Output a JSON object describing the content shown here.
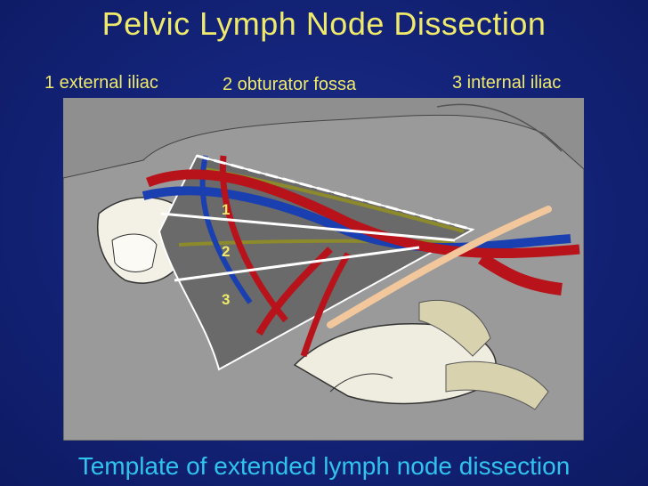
{
  "title": "Pelvic Lymph Node Dissection",
  "labels": {
    "l1": "1  external iliac",
    "l2": "2  obturator fossa",
    "l3": "3 internal iliac"
  },
  "markers": [
    "1",
    "2",
    "3"
  ],
  "caption": "Template of extended lymph node dissection",
  "colors": {
    "title": "#f0ea6b",
    "caption": "#2fc3ee",
    "background": "#14247a",
    "artery": "#b8121b",
    "vein": "#1a3fb0",
    "nerve": "#8c8a2a",
    "ureter": "#f2c79c"
  }
}
